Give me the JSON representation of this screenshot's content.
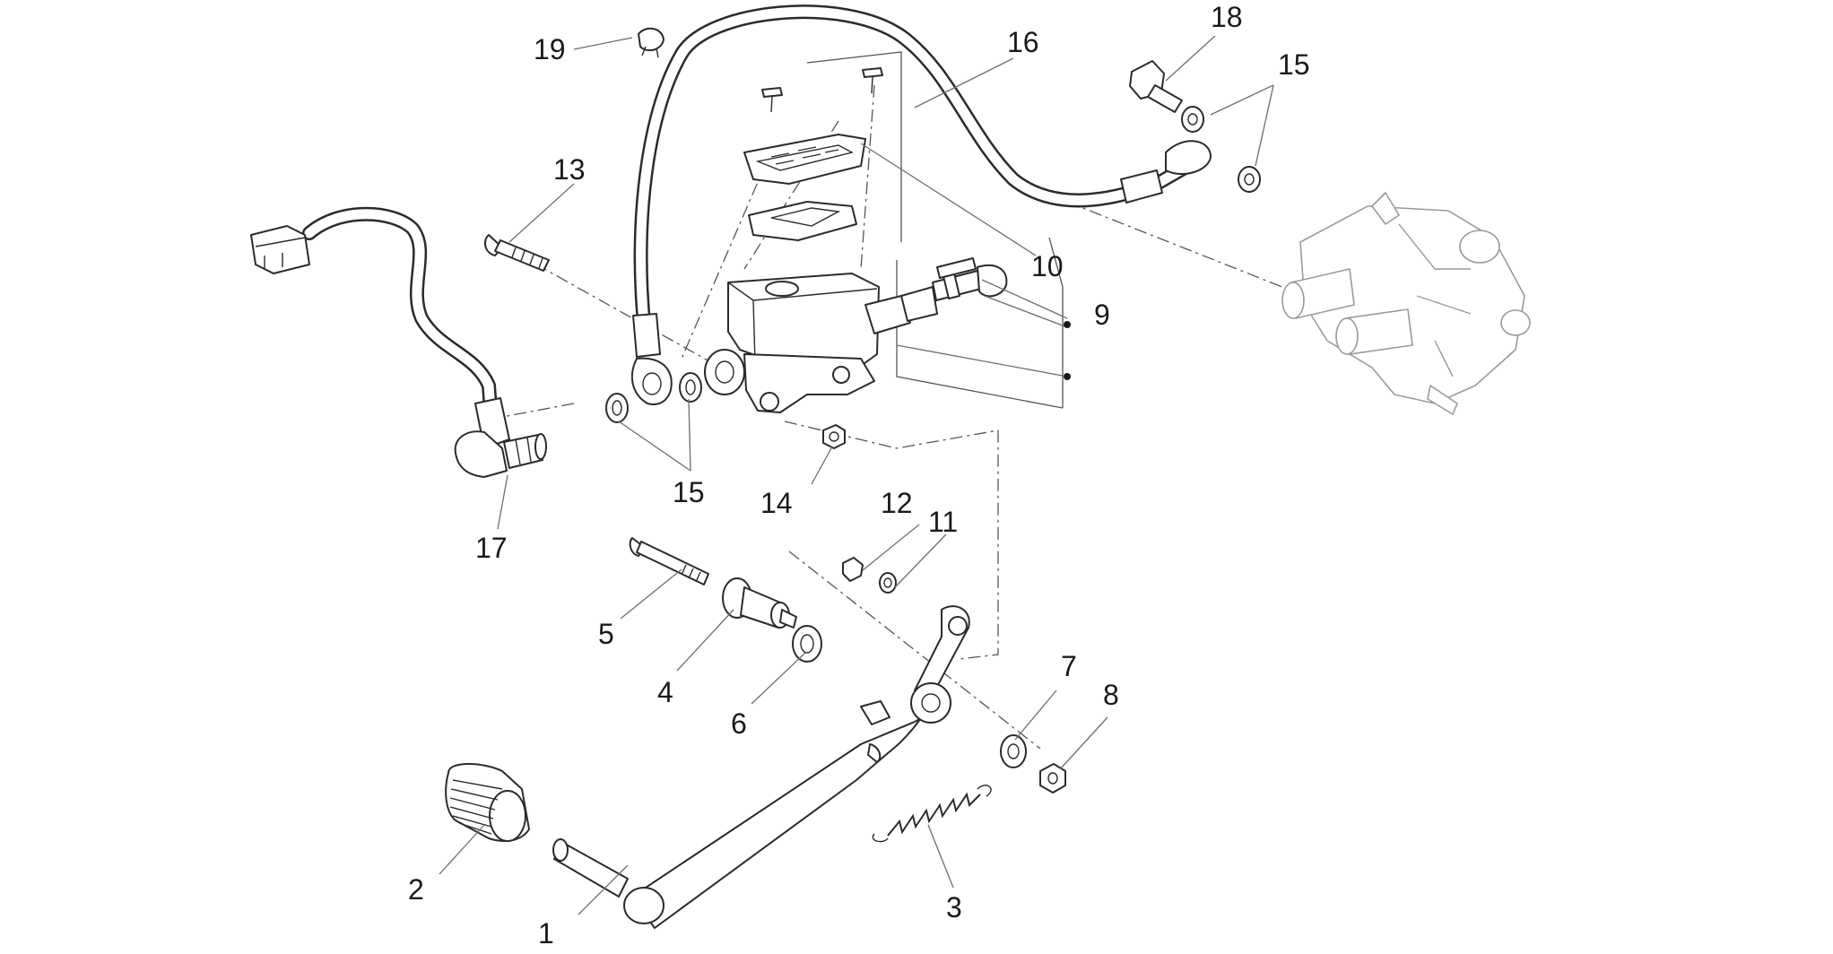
{
  "callouts": {
    "c1": "1",
    "c2": "2",
    "c3": "3",
    "c4": "4",
    "c5": "5",
    "c6": "6",
    "c7": "7",
    "c8": "8",
    "c9": "9",
    "c10": "10",
    "c11": "11",
    "c12": "12",
    "c13": "13",
    "c14": "14",
    "c15a": "15",
    "c15b": "15",
    "c16": "16",
    "c17": "17",
    "c18": "18",
    "c19": "19"
  },
  "colors": {
    "line": "#2b2b2b",
    "ghost": "#9a9a9a",
    "background": "#ffffff"
  }
}
